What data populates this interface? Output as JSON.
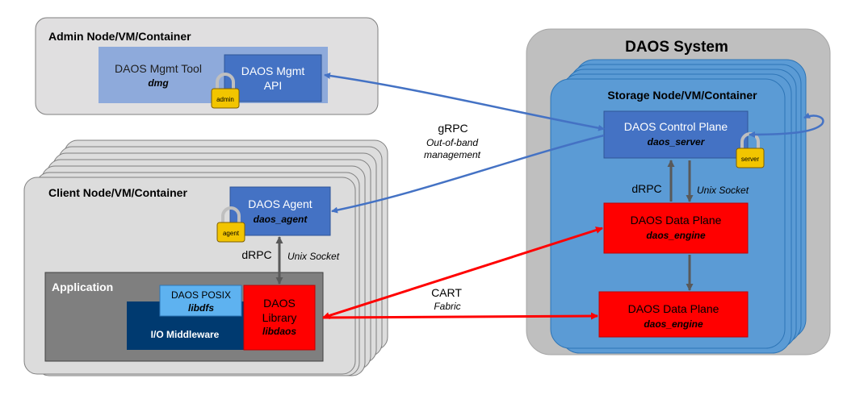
{
  "admin_node": {
    "title": "Admin Node/VM/Container",
    "mgmt_tool": "DAOS Mgmt Tool",
    "mgmt_tool_cmd": "dmg",
    "mgmt_api_line1": "DAOS Mgmt",
    "mgmt_api_line2": "API",
    "lock_label": "admin"
  },
  "client_node": {
    "title": "Client Node/VM/Container",
    "agent": "DAOS Agent",
    "agent_cmd": "daos_agent",
    "lock_label": "agent",
    "application": "Application",
    "posix": "DAOS POSIX",
    "posix_lib": "libdfs",
    "middleware": "I/O Middleware",
    "library_line1": "DAOS",
    "library_line2": "Library",
    "library_lib": "libdaos"
  },
  "daos_system": {
    "title": "DAOS System",
    "storage_node": "Storage Node/VM/Container",
    "control_plane": "DAOS Control Plane",
    "control_cmd": "daos_server",
    "lock_label": "server",
    "data_plane_1": "DAOS Data Plane",
    "engine_1": "daos_engine",
    "data_plane_2": "DAOS Data Plane",
    "engine_2": "daos_engine"
  },
  "links": {
    "grpc": "gRPC",
    "oob_line1": "Out-of-band",
    "oob_line2": "management",
    "drpc_client": "dRPC",
    "unix_socket_client": "Unix Socket",
    "drpc_server": "dRPC",
    "unix_socket_server": "Unix Socket",
    "cart": "CART",
    "fabric": "Fabric"
  },
  "colors": {
    "blue_arrow": "#4472c4",
    "red_arrow": "#ff0000",
    "box_blue": "#4472c4",
    "red_box": "#ff0000",
    "dark_navy": "#003a70"
  }
}
